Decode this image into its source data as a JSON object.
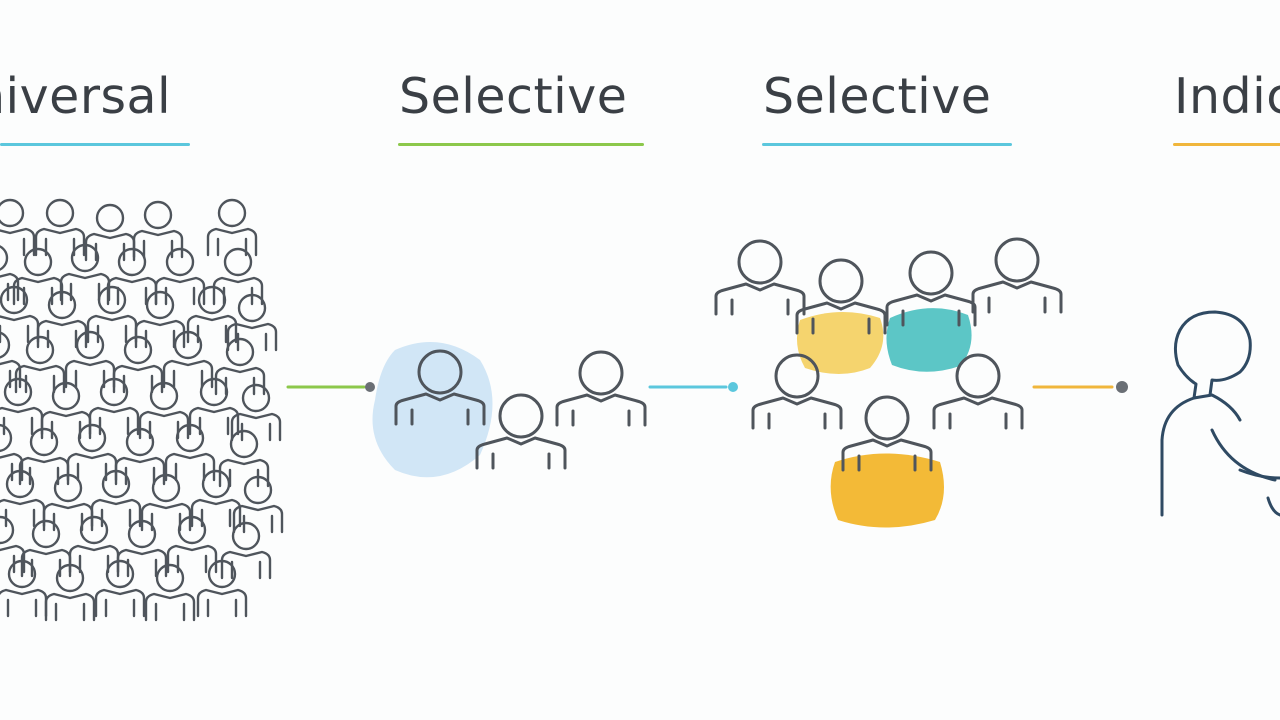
{
  "stages": [
    {
      "label": "niversal",
      "accent": "#5bc7dd"
    },
    {
      "label": "Selective",
      "accent": "#8cc84b"
    },
    {
      "label": "Selective",
      "accent": "#5bc7dd"
    },
    {
      "label": "Indic",
      "accent": "#f0b63c"
    }
  ],
  "connector_colors": [
    "#8cc84b",
    "#5bc7dd",
    "#f0b63c"
  ],
  "person_colors": {
    "outline": "#5a5f66",
    "outline_dark": "#2f4a63",
    "highlight_blue": "#c9e2f5",
    "highlight_yellow": "#f5d46e",
    "highlight_teal": "#5cc6c6",
    "highlight_orange": "#f3ba37"
  }
}
